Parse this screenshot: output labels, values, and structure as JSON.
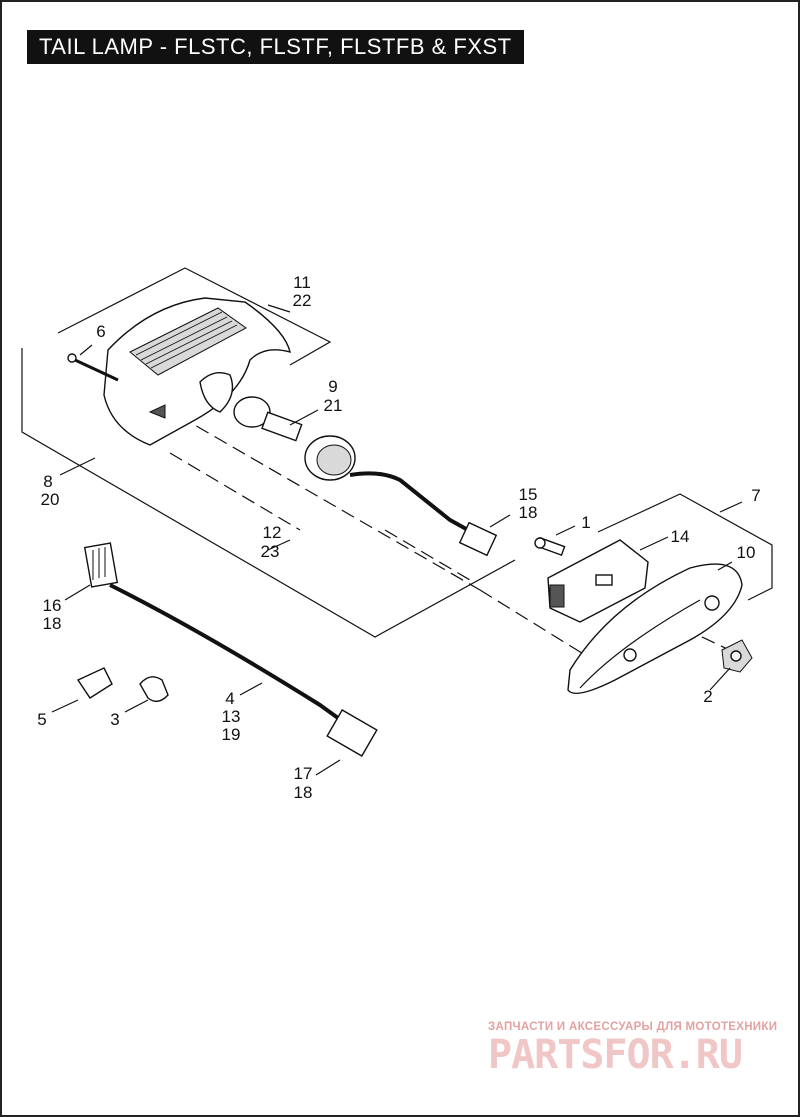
{
  "title": "TAIL LAMP - FLSTC, FLSTF, FLSTFB & FXST",
  "callouts": {
    "c11": "11",
    "c22": "22",
    "c6": "6",
    "c9": "9",
    "c21": "21",
    "c8": "8",
    "c20": "20",
    "c15": "15",
    "c18a": "18",
    "c7": "7",
    "c1": "1",
    "c14": "14",
    "c10": "10",
    "c12": "12",
    "c23": "23",
    "c16": "16",
    "c18b": "18",
    "c2": "2",
    "c5": "5",
    "c3": "3",
    "c4": "4",
    "c13": "13",
    "c19": "19",
    "c17": "17",
    "c18c": "18"
  },
  "watermark": {
    "top": "ЗАПЧАСТИ И АКСЕССУАРЫ ДЛЯ МОТОТЕХНИКИ",
    "main": "PARTSFOR.RU"
  }
}
